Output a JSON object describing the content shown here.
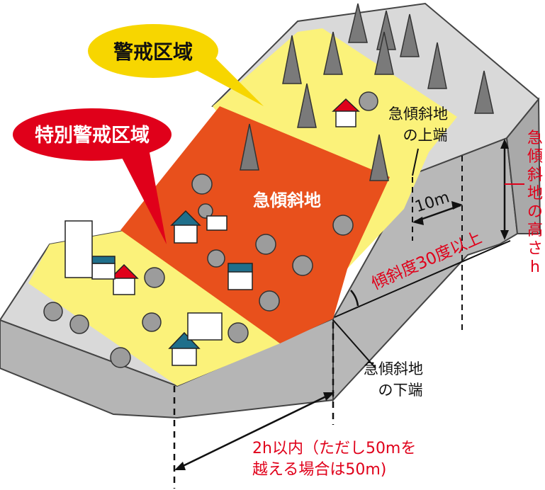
{
  "labels": {
    "caution_zone": "警戒区域",
    "special_zone": "特別警戒区域",
    "steep_slope": "急傾斜地",
    "top_edge_line1": "急傾斜地",
    "top_edge_line2": "の上端",
    "bottom_edge_line1": "急傾斜地",
    "bottom_edge_line2": "の下端",
    "height_chars": [
      "急",
      "傾",
      "斜",
      "地",
      "の",
      "高",
      "さ",
      "h"
    ],
    "distance_top": "10m",
    "angle": "傾斜度30度以上",
    "distance_bottom_line1": "2h以内（ただし50mを",
    "distance_bottom_line2": "越える場合は50m)"
  },
  "colors": {
    "yellow_zone": "#fbf27a",
    "red_zone": "#e8501c",
    "ground_top": "#d9d9d9",
    "ground_side": "#b5b5b5",
    "caution_bubble": "#f7d600",
    "special_bubble": "#e0001a",
    "accent_red": "#e0001a"
  }
}
